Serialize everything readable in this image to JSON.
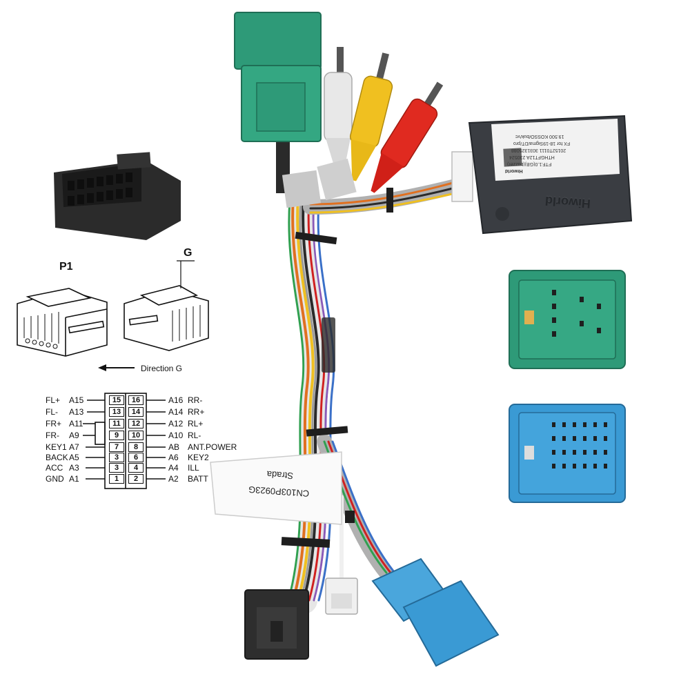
{
  "diagram": {
    "connector_p1_label": "P1",
    "connector_g_label": "G",
    "direction_label": "Direction G",
    "pinout_rows": [
      {
        "left_name": "FL+",
        "left_code": "A15",
        "left_pin": "15",
        "right_pin": "16",
        "right_code": "A16",
        "right_name": "RR-"
      },
      {
        "left_name": "FL-",
        "left_code": "A13",
        "left_pin": "13",
        "right_pin": "14",
        "right_code": "A14",
        "right_name": "RR+"
      },
      {
        "left_name": "FR+",
        "left_code": "A11",
        "left_pin": "11",
        "right_pin": "12",
        "right_code": "A12",
        "right_name": "RL+"
      },
      {
        "left_name": "FR-",
        "left_code": "A9",
        "left_pin": "9",
        "right_pin": "10",
        "right_code": "A10",
        "right_name": "RL-"
      },
      {
        "left_name": "KEY1",
        "left_code": "A7",
        "left_pin": "7",
        "right_pin": "8",
        "right_code": "AB",
        "right_name": "ANT.POWER"
      },
      {
        "left_name": "BACK",
        "left_code": "A5",
        "left_pin": "3",
        "right_pin": "6",
        "right_code": "A6",
        "right_name": "KEY2"
      },
      {
        "left_name": "ACC",
        "left_code": "A3",
        "left_pin": "3",
        "right_pin": "4",
        "right_code": "A4",
        "right_name": "ILL"
      },
      {
        "left_name": "GND",
        "left_code": "A1",
        "left_pin": "1",
        "right_pin": "2",
        "right_code": "A2",
        "right_name": "BATT"
      }
    ]
  },
  "module": {
    "brand_print": "Hiworld",
    "label_lines": [
      "Hiworld",
      "FTF.1.0(GB)(buzzer)",
      "HTHGFT12A 230524",
      "20152T0111 3031325088",
      "FX for 18-19Sigma/DT/pro",
      "19.500 KOSSO/buk/vc"
    ]
  },
  "harness_tag": {
    "line1": "CN103P0923G",
    "line2": "Strada"
  },
  "colors": {
    "green_connector": "#2e9a78",
    "blue_connector": "#3a9ad4",
    "black_connector": "#2a2a2a",
    "module_body": "#3a3d42",
    "rca_white": "#e8e8e8",
    "rca_yellow": "#f0c020",
    "rca_red": "#e02a20"
  },
  "icons": {
    "arrow": "left-arrow-icon",
    "harness": "wire-harness-illustration"
  }
}
